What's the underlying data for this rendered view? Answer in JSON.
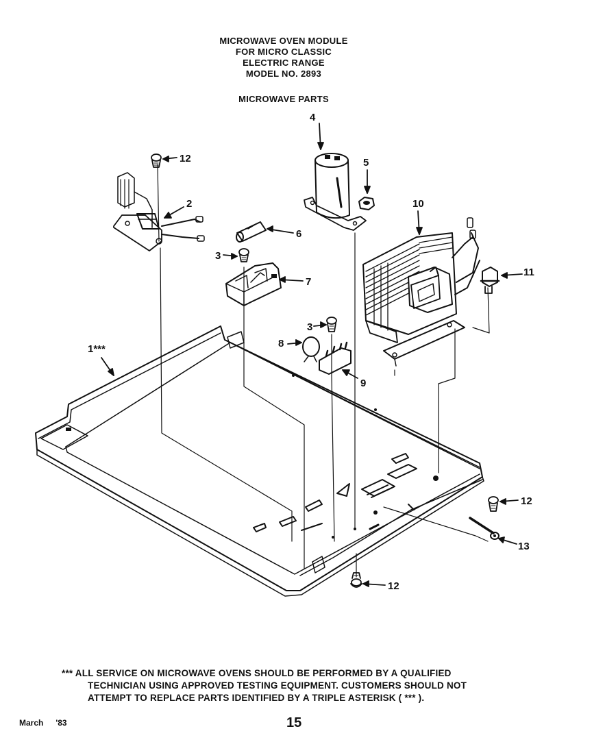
{
  "header": {
    "title_lines": [
      "MICROWAVE OVEN MODULE",
      "FOR  MICRO CLASSIC",
      "ELECTRIC RANGE",
      "MODEL NO.  2893"
    ],
    "subtitle": "MICROWAVE PARTS"
  },
  "callouts": {
    "c1": "1***",
    "c2": "2",
    "c3a": "3",
    "c3b": "3",
    "c4": "4",
    "c5": "5",
    "c6": "6",
    "c7": "7",
    "c8": "8",
    "c9": "9",
    "c10": "10",
    "c11": "11",
    "c12a": "12",
    "c12b": "12",
    "c12c": "12",
    "c13": "13"
  },
  "notice": {
    "lines": [
      "*** ALL SERVICE ON MICROWAVE OVENS SHOULD BE PERFORMED BY A QUALIFIED",
      "TECHNICIAN USING APPROVED TESTING EQUIPMENT. CUSTOMERS SHOULD NOT",
      "ATTEMPT TO REPLACE PARTS IDENTIFIED BY A TRIPLE ASTERISK ( *** )."
    ]
  },
  "footer": {
    "month": "March",
    "year": "'83",
    "page": "15"
  }
}
